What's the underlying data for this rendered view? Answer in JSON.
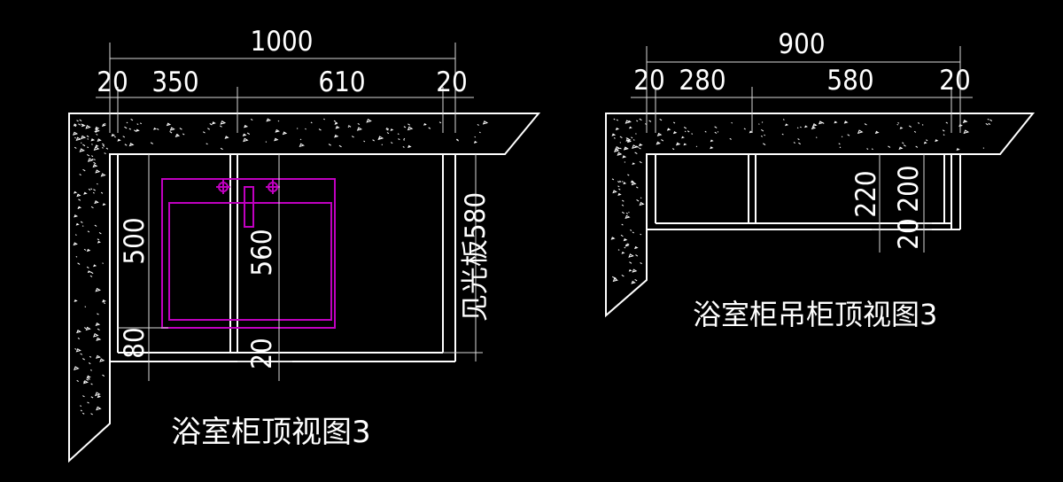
{
  "colors": {
    "background": "#000000",
    "line": "#ffffff",
    "sink": "#c000c0"
  },
  "view1": {
    "caption": "浴室柜顶视图3",
    "dims": {
      "total": "1000",
      "left_wall": "20",
      "segment_a": "350",
      "segment_b": "610",
      "right_wall": "20",
      "depth": "500",
      "sink_depth": "560",
      "bottom_rail": "80",
      "bottom_gap": "20",
      "side_panel": "见光板580"
    }
  },
  "view2": {
    "caption": "浴室柜吊柜顶视图3",
    "dims": {
      "total": "900",
      "left_wall": "20",
      "segment_a": "280",
      "segment_b": "580",
      "right_wall": "20",
      "depth_outer": "220",
      "depth_inner": "200",
      "bottom_gap": "20"
    }
  }
}
